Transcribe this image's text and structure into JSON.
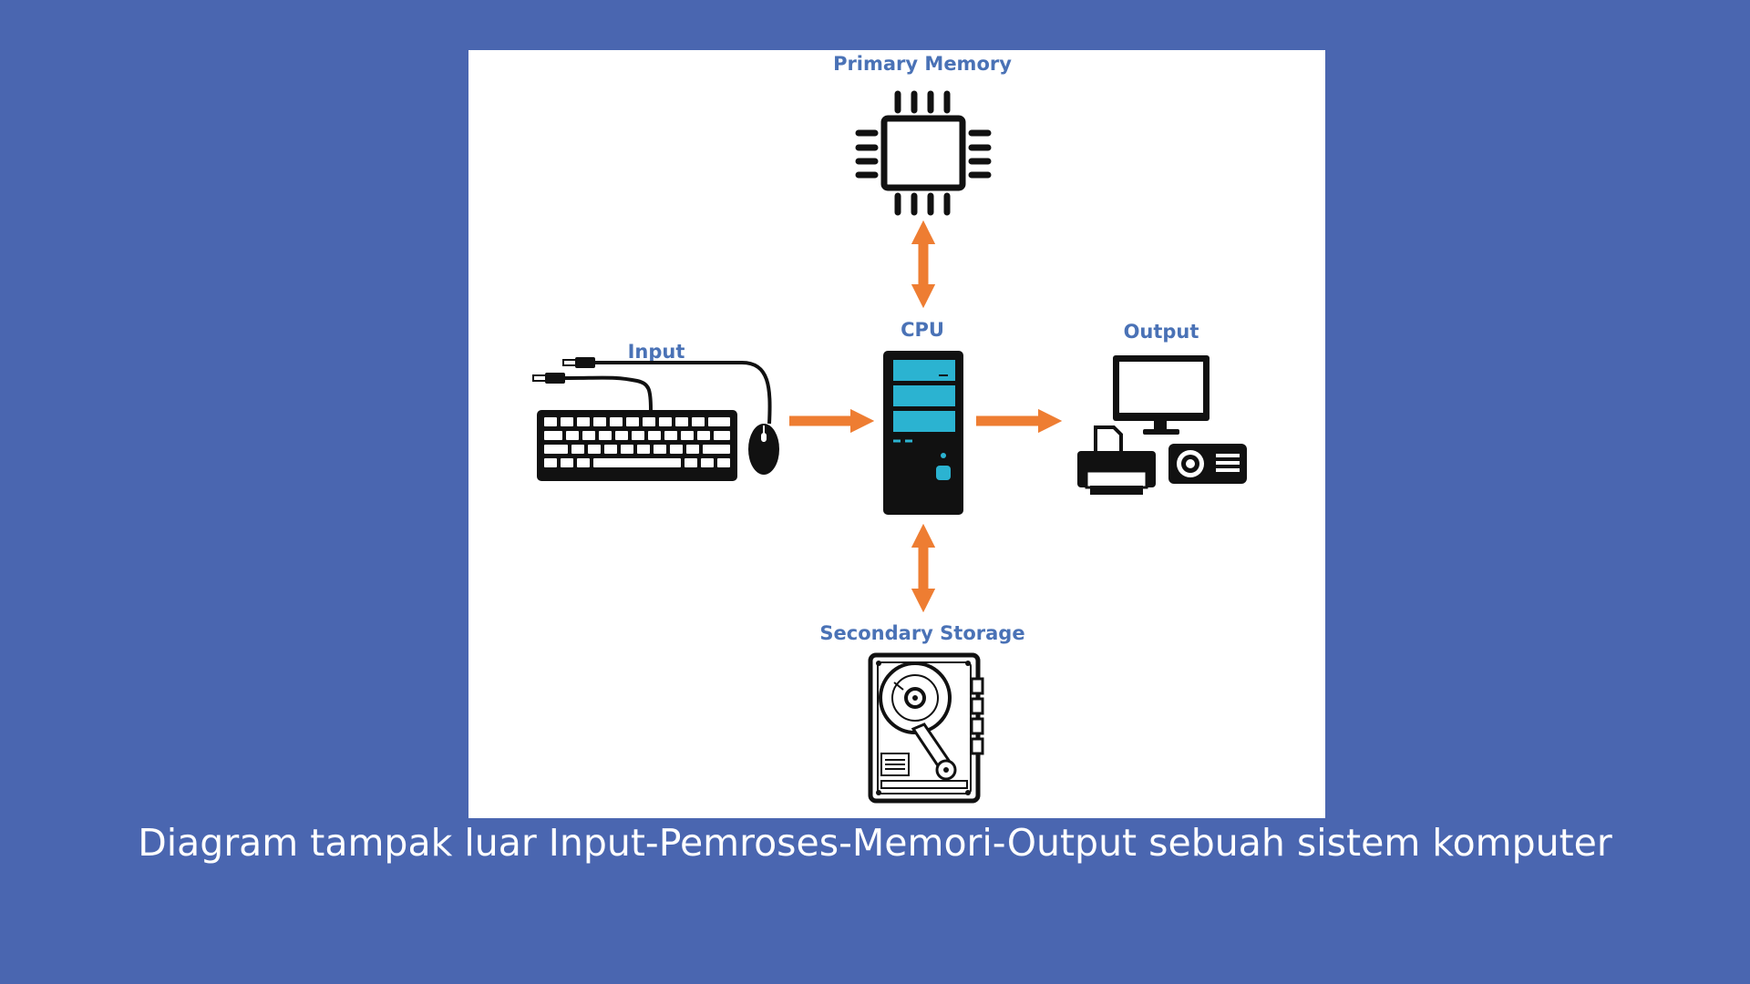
{
  "diagram": {
    "nodes": {
      "primary_memory": {
        "label": "Primary Memory",
        "icon": "memory-chip-icon"
      },
      "cpu": {
        "label": "CPU",
        "icon": "computer-tower-icon"
      },
      "input": {
        "label": "Input",
        "icon": "keyboard-mouse-icon"
      },
      "output": {
        "label": "Output",
        "icon": "monitor-printer-projector-icon"
      },
      "secondary_storage": {
        "label": "Secondary Storage",
        "icon": "hard-disk-icon"
      }
    },
    "edges": [
      {
        "from": "input",
        "to": "cpu",
        "direction": "one-way"
      },
      {
        "from": "cpu",
        "to": "output",
        "direction": "one-way"
      },
      {
        "from": "cpu",
        "to": "primary_memory",
        "direction": "two-way"
      },
      {
        "from": "cpu",
        "to": "secondary_storage",
        "direction": "two-way"
      }
    ],
    "colors": {
      "background": "#4a66b0",
      "panel": "#ffffff",
      "label": "#4a72b6",
      "arrow": "#ee7d32",
      "icon": "#111111",
      "cpu_accent": "#2bb3d1"
    }
  },
  "caption": "Diagram tampak luar Input-Pemroses-Memori-Output sebuah sistem komputer"
}
